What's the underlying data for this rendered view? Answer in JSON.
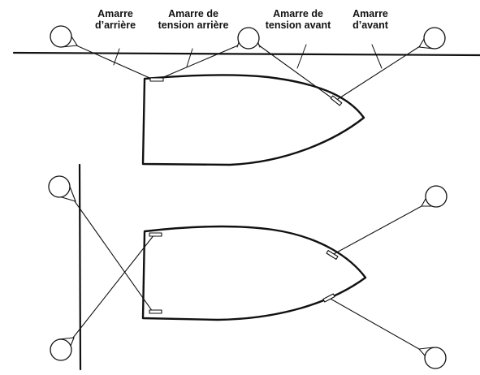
{
  "labels": {
    "stern_line": {
      "line1": "Amarre",
      "line2": "d’arrière"
    },
    "aft_spring": {
      "line1": "Amarre de",
      "line2": "tension arrière"
    },
    "forward_spring": {
      "line1": "Amarre de",
      "line2": "tension avant"
    },
    "bow_line": {
      "line1": "Amarre",
      "line2": "d’avant"
    }
  },
  "colors": {
    "ink": "#111111",
    "background": "#ffffff"
  }
}
